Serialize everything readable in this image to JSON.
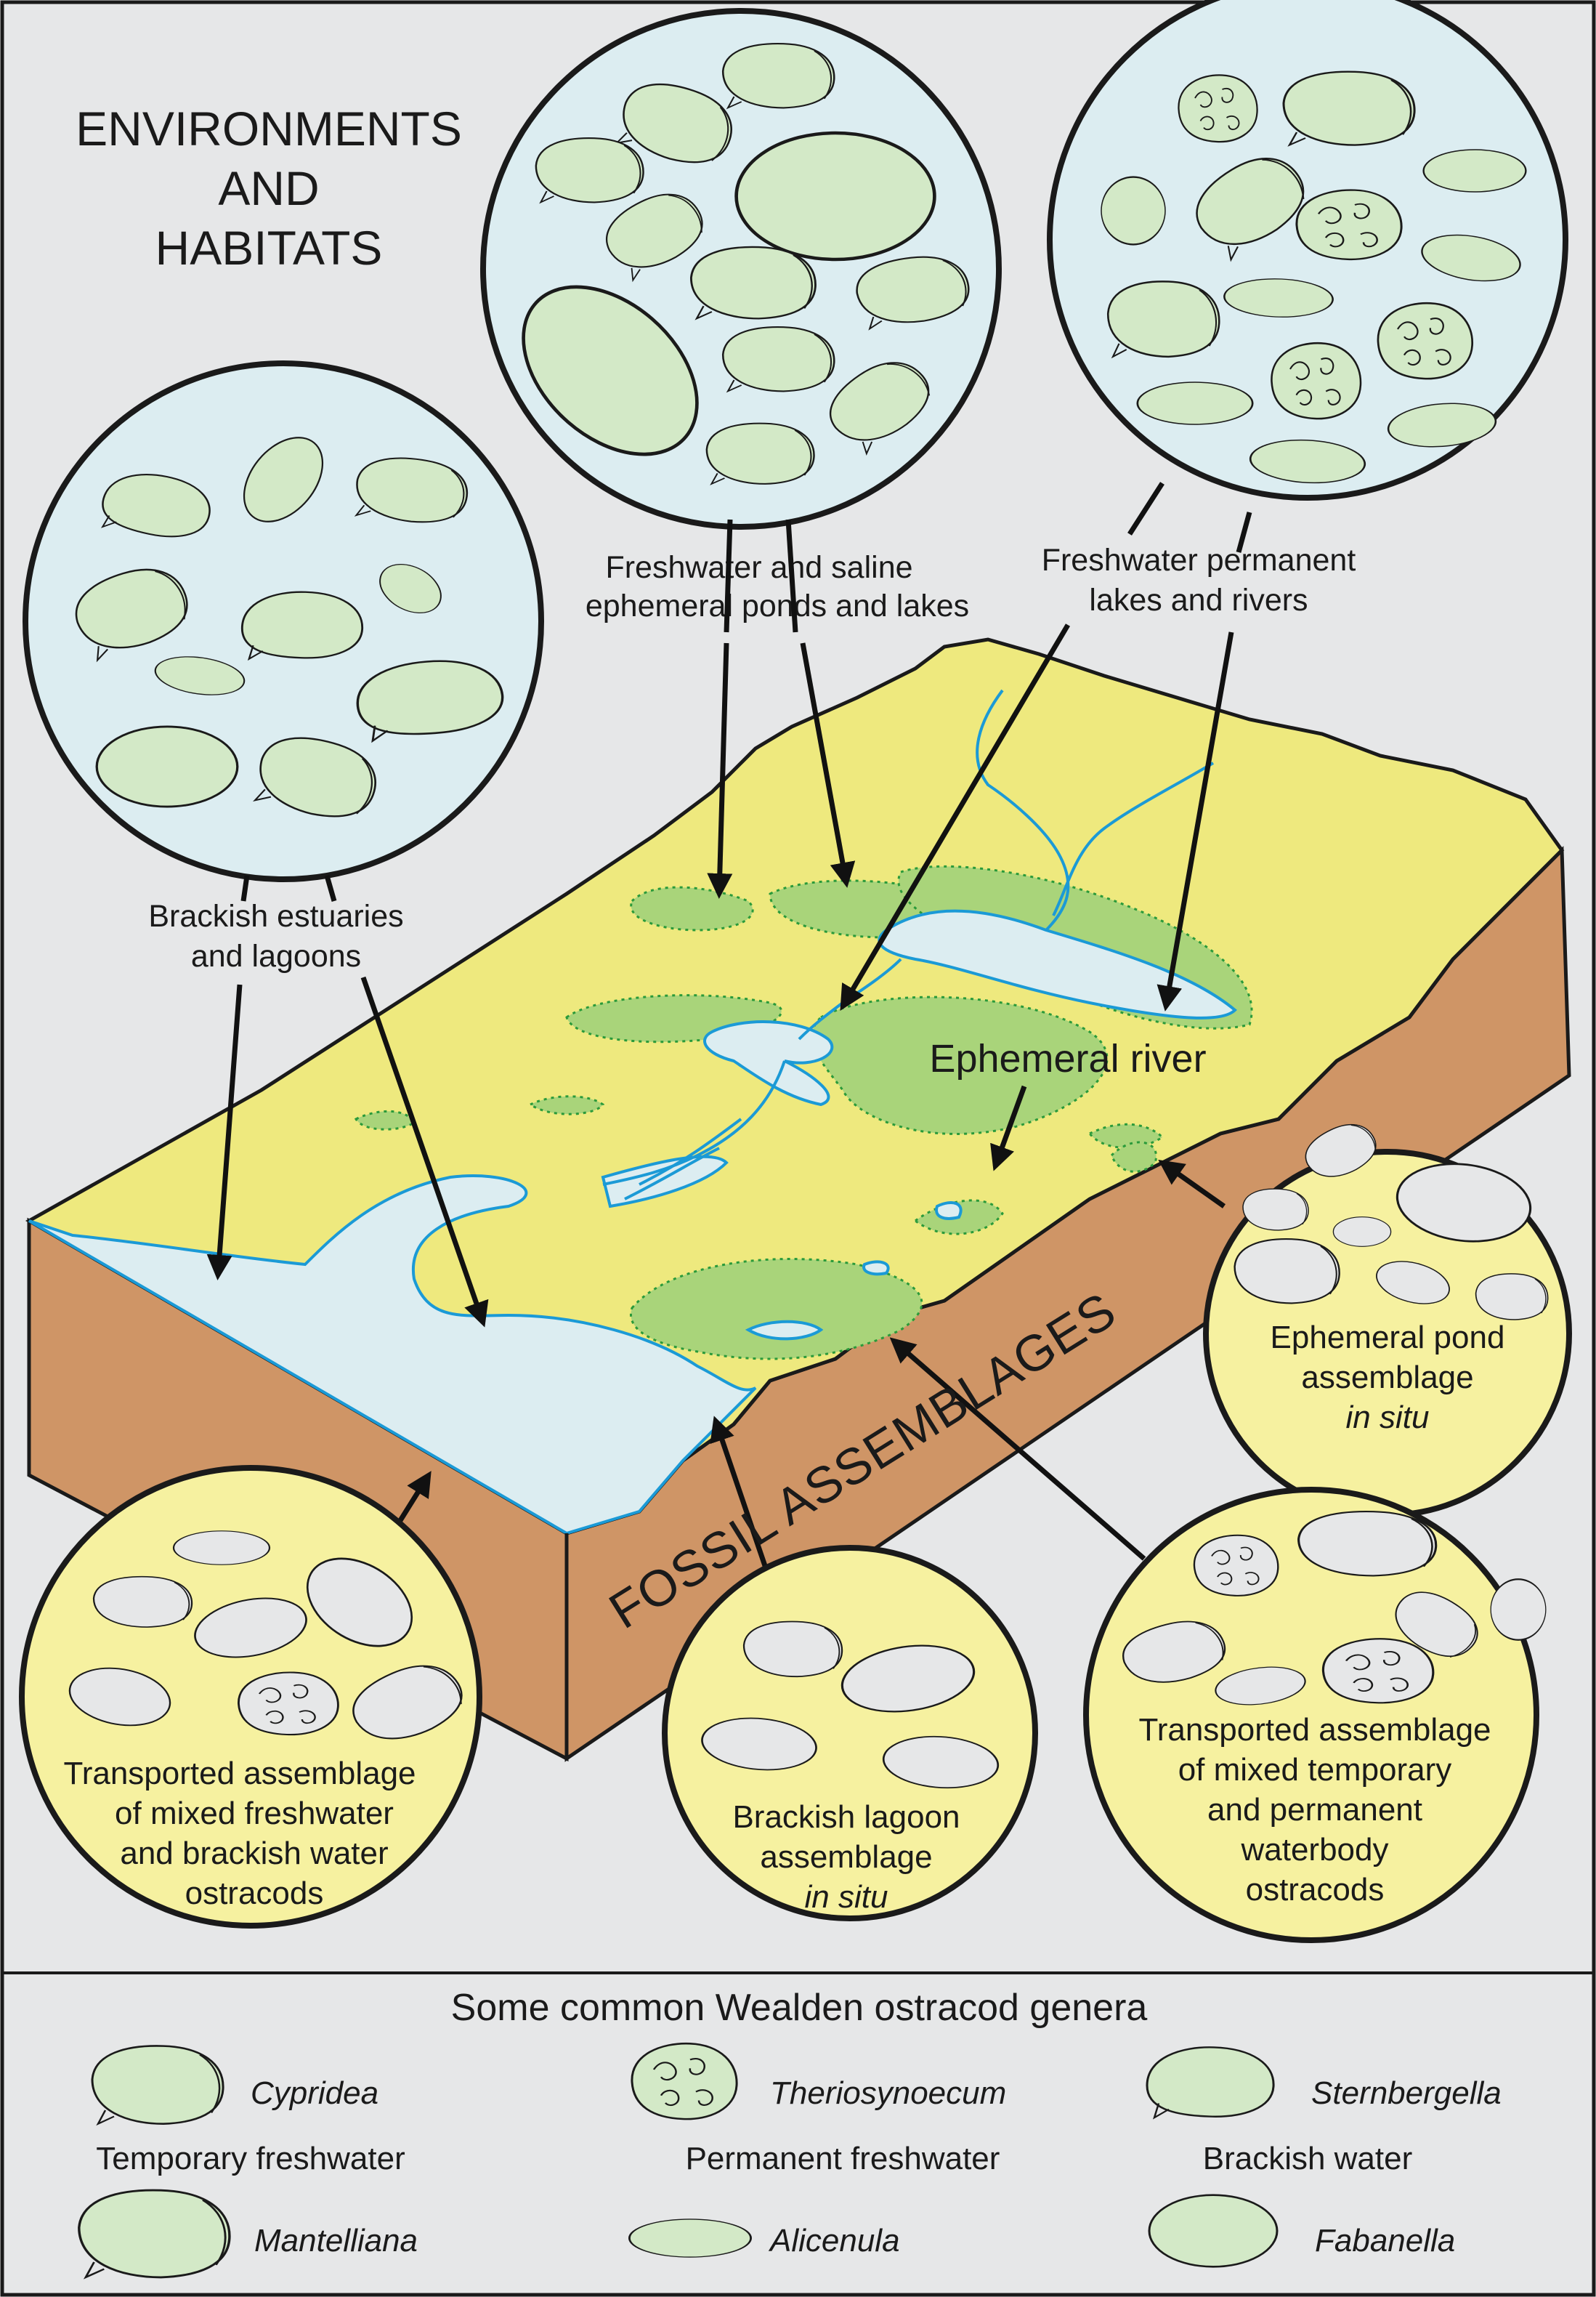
{
  "title": {
    "line1": "ENVIRONMENTS",
    "line2": "AND",
    "line3": "HABITATS"
  },
  "environment_labels": {
    "ponds_line1": "Freshwater and saline",
    "ponds_line2": "ephemeral ponds and lakes",
    "lakes_line1": "Freshwater permanent",
    "lakes_line2": "lakes and rivers",
    "brackish_line1": "Brackish estuaries",
    "brackish_line2": "and lagoons",
    "ephemeral_river": "Ephemeral river"
  },
  "fossil_label": "FOSSIL ASSEMBLAGES",
  "assemblages": {
    "pond": {
      "line1": "Ephemeral pond",
      "line2": "assemblage",
      "line3": "in situ"
    },
    "lagoon": {
      "line1": "Brackish lagoon",
      "line2": "assemblage",
      "line3": "in situ"
    },
    "mixed_fresh": {
      "line1": "Transported assemblage",
      "line2": "of mixed freshwater",
      "line3": "and brackish water",
      "line4": "ostracods"
    },
    "mixed_temp": {
      "line1": "Transported assemblage",
      "line2": "of mixed temporary",
      "line3": "and permanent",
      "line4": "waterbody",
      "line5": "ostracods"
    }
  },
  "legend": {
    "heading": "Some common Wealden ostracod genera",
    "genera": [
      "Cypridea",
      "Theriosynoecum",
      "Sternbergella",
      "Mantelliana",
      "Alicenula",
      "Fabanella"
    ],
    "habitats": [
      "Temporary freshwater",
      "Permanent freshwater",
      "Brackish water"
    ]
  },
  "colors": {
    "background": "#e6e7e8",
    "land": "#eee97e",
    "cliff": "#cf9566",
    "water": "#dcedf1",
    "river": "#1b9ad6",
    "marsh": "#a9d47a",
    "shell_green": "#d3e9c7",
    "shell_grey": "#e6e7e8",
    "fossil_circle": "#f6f1a0",
    "habitat_circle": "#dcedf1"
  }
}
